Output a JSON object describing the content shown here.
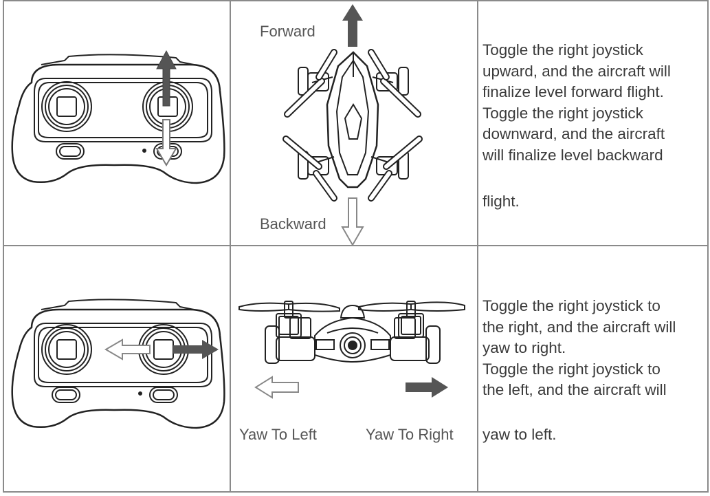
{
  "rows": [
    {
      "labels": {
        "forward": "Forward",
        "backward": "Backward"
      },
      "description_lines": [
        "Toggle the right joystick",
        "upward, and the aircraft will",
        "finalize level forward flight.",
        "Toggle the right joystick",
        "downward, and the aircraft",
        "will finalize level backward"
      ],
      "description_tail": "flight."
    },
    {
      "labels": {
        "yaw_left": "Yaw To Left",
        "yaw_right": "Yaw To Right"
      },
      "description_lines": [
        "Toggle the right joystick to",
        "the right, and the aircraft will",
        "yaw to right.",
        "Toggle the right joystick to",
        "the left, and the aircraft will"
      ],
      "description_tail": "yaw to left."
    }
  ],
  "colors": {
    "border": "#8a8a8a",
    "arrow_solid": "#555555",
    "text": "#3a3a3a"
  },
  "icons": [
    "controller-icon",
    "drone-top-icon",
    "drone-front-icon",
    "arrow-up-icon",
    "arrow-down-icon",
    "arrow-left-icon",
    "arrow-right-icon"
  ]
}
